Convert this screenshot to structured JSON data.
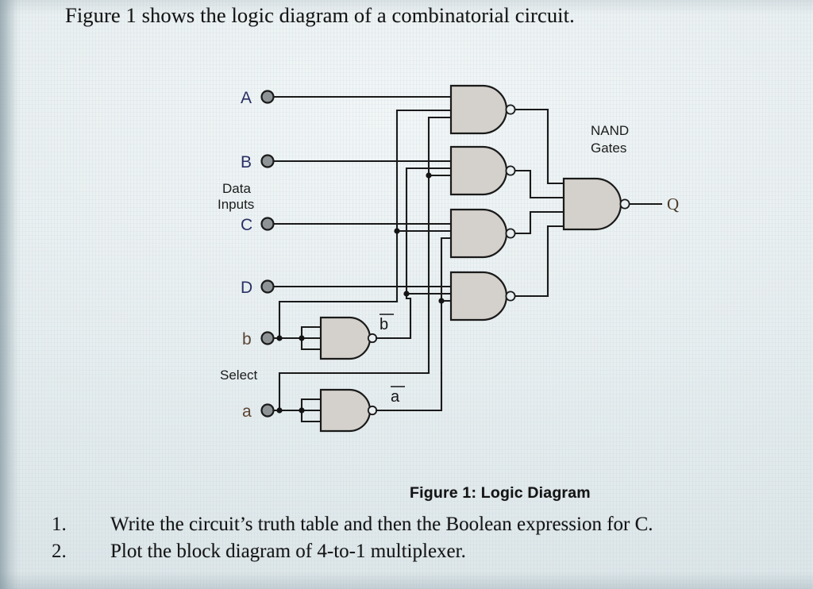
{
  "page": {
    "title": "Figure 1 shows the logic diagram of a combinatorial circuit.",
    "caption": "Figure 1: Logic Diagram",
    "questions": [
      {
        "num": "1.",
        "text": "Write the circuit’s truth table and then the Boolean expression for C."
      },
      {
        "num": "2.",
        "text": "Plot the block diagram of 4-to-1 multiplexer."
      }
    ]
  },
  "figure": {
    "data_inputs_label": "Data\nInputs",
    "data_inputs_line1": "Data",
    "data_inputs_line2": "Inputs",
    "select_label": "Select",
    "nand_label_line1": "NAND",
    "nand_label_line2": "Gates",
    "inputs": [
      {
        "name": "A",
        "label": "A"
      },
      {
        "name": "B",
        "label": "B"
      },
      {
        "name": "C",
        "label": "C"
      },
      {
        "name": "D",
        "label": "D"
      }
    ],
    "select_inputs": [
      {
        "name": "b",
        "label": "b"
      },
      {
        "name": "a",
        "label": "a"
      }
    ],
    "inverter_outputs": [
      {
        "name": "b-bar",
        "label": "b"
      },
      {
        "name": "a-bar",
        "label": "a"
      }
    ],
    "output": {
      "name": "Q",
      "label": "Q"
    },
    "gate_count_nand_first_stage": 4,
    "gate_count_inverters": 2,
    "gate_count_output": 1
  },
  "colors": {
    "paper": "#e7eef0",
    "ink": "#141414",
    "gate_fill": "#d4d0cb",
    "gate_stroke": "#1a1a1a",
    "terminal_fill": "#8e9396",
    "io_label": "#2a2f63",
    "select_label": "#5a4432"
  }
}
